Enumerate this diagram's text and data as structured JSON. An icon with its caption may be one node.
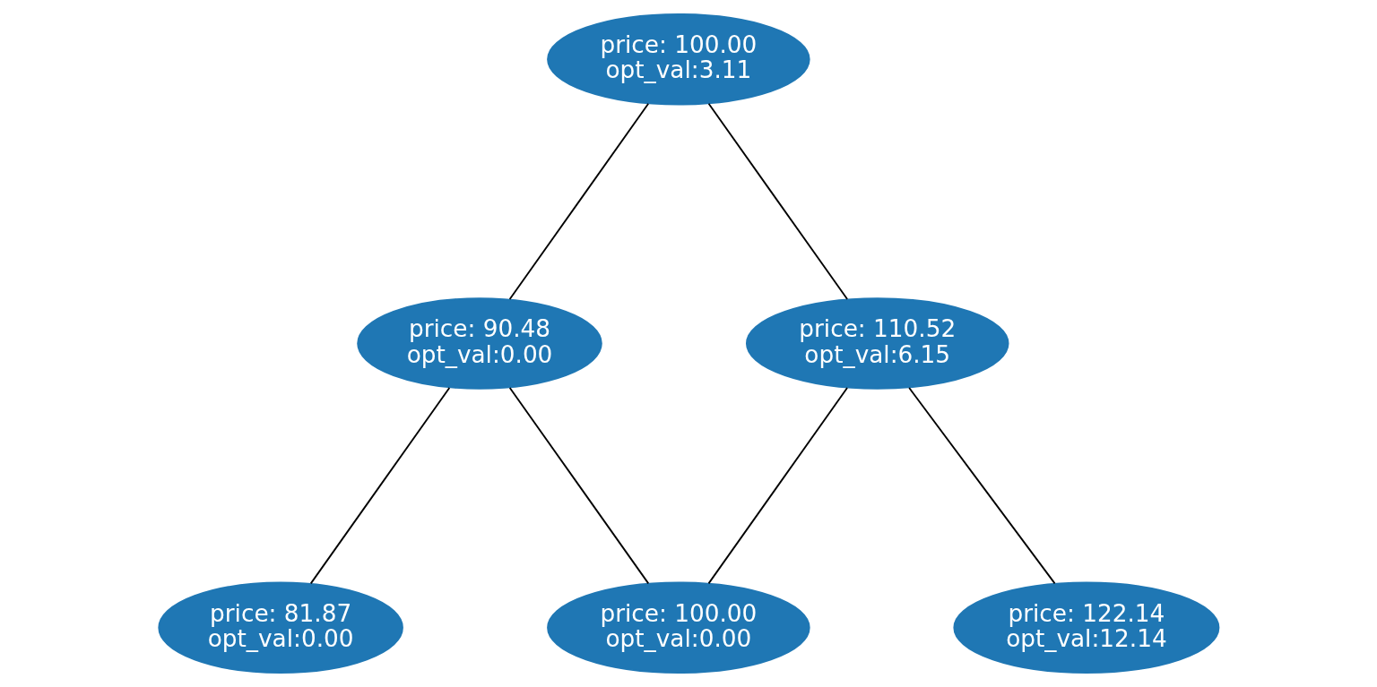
{
  "diagram": {
    "nodes": [
      {
        "text": [
          "price: 100.00",
          "opt_val:3.11"
        ]
      },
      {
        "text": [
          "price: 90.48",
          "opt_val:0.00"
        ]
      },
      {
        "text": [
          "price: 110.52",
          "opt_val:6.15"
        ]
      },
      {
        "text": [
          "price: 81.87",
          "opt_val:0.00"
        ]
      },
      {
        "text": [
          "price: 100.00",
          "opt_val:0.00"
        ]
      },
      {
        "text": [
          "price: 122.14",
          "opt_val:12.14"
        ]
      }
    ],
    "edges": [
      {
        "from": 0,
        "to": 1,
        "arrow": "none"
      },
      {
        "from": 0,
        "to": 2,
        "arrow": "none"
      },
      {
        "from": 1,
        "to": 3,
        "arrow": "none"
      },
      {
        "from": 1,
        "to": 4,
        "arrow": "none"
      },
      {
        "from": 2,
        "to": 4,
        "arrow": "none"
      },
      {
        "from": 2,
        "to": 5,
        "arrow": "none"
      }
    ]
  }
}
